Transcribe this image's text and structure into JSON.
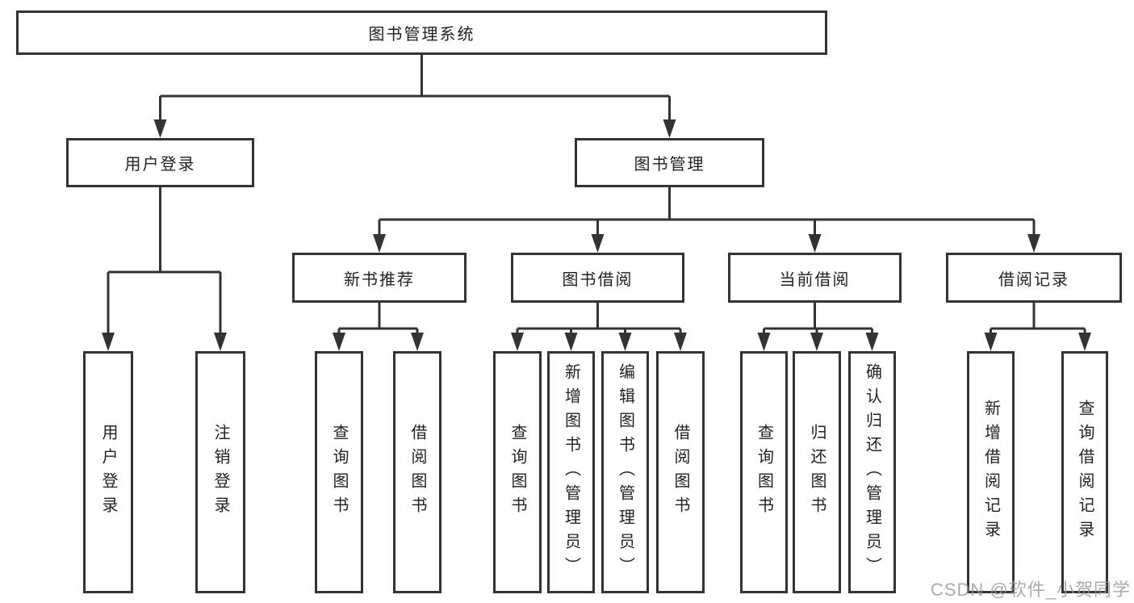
{
  "diagram": {
    "root": {
      "label": "图书管理系统"
    },
    "branches": [
      {
        "label": "用户登录",
        "children": [
          {
            "label": "用户登录"
          },
          {
            "label": "注销登录"
          }
        ]
      },
      {
        "label": "图书管理",
        "children": [
          {
            "label": "新书推荐",
            "children": [
              {
                "label": "查询图书"
              },
              {
                "label": "借阅图书"
              }
            ]
          },
          {
            "label": "图书借阅",
            "children": [
              {
                "label": "查询图书"
              },
              {
                "label": "新增图书（管理员）"
              },
              {
                "label": "编辑图书（管理员）"
              },
              {
                "label": "借阅图书"
              }
            ]
          },
          {
            "label": "当前借阅",
            "children": [
              {
                "label": "查询图书"
              },
              {
                "label": "归还图书"
              },
              {
                "label": "确认归还（管理员）"
              }
            ]
          },
          {
            "label": "借阅记录",
            "children": [
              {
                "label": "新增借阅记录"
              },
              {
                "label": "查询借阅记录"
              }
            ]
          }
        ]
      }
    ]
  },
  "watermark": "CSDN @软件_小贺同学",
  "colors": {
    "line": "#333333",
    "box_fill": "#ffffff",
    "text": "#222222",
    "watermark": "#969696"
  }
}
